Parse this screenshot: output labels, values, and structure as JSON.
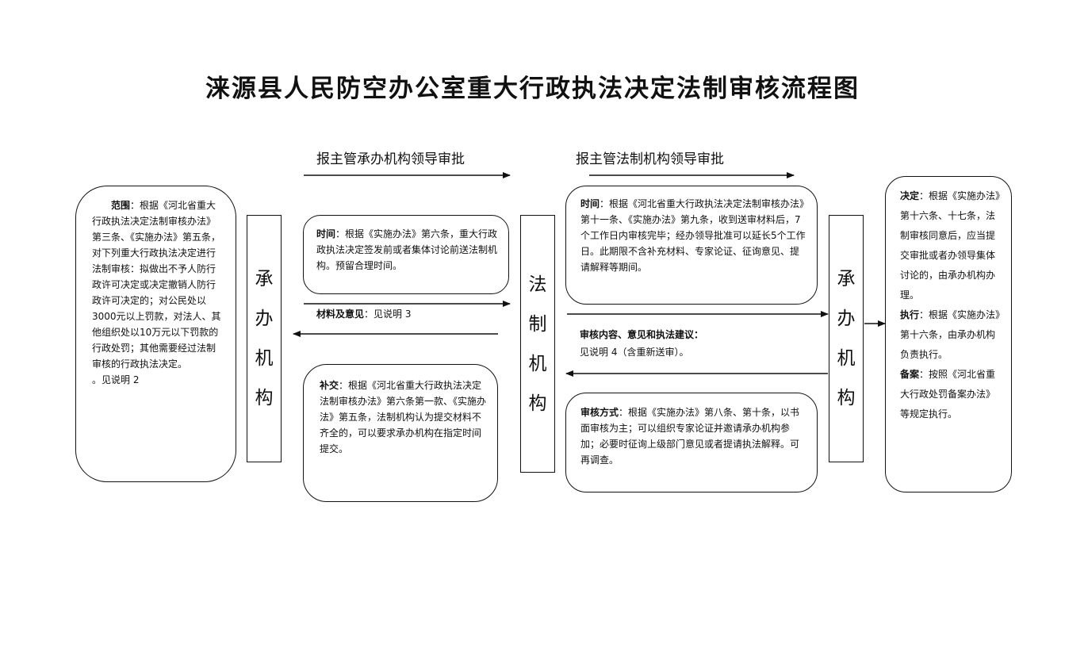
{
  "title": "涞源县人民防空办公室重大行政执法决定法制审核流程图",
  "step_labels": {
    "left": "报主管承办机构领导审批",
    "right": "报主管法制机构领导审批"
  },
  "scope_box": {
    "label": "范围",
    "text": "：根据《河北省重大行政执法决定法制审核办法》第三条、《实施办法》第五条，对下列重大行政执法决定进行法制审核：拟做出不予人防行政许可决定或决定撤销人防行政许可决定的；对公民处以3000元以上罚款，对法人、其他组织处以10万元以下罚款的行政处罚；其他需要经过法制审核的行政执法决定。",
    "note": "。见说明 2"
  },
  "vertical_boxes": {
    "undertaker_left": [
      "承",
      "办",
      "机",
      "构"
    ],
    "legal_org": [
      "法",
      "制",
      "机",
      "构"
    ],
    "undertaker_right": [
      "承",
      "办",
      "机",
      "构"
    ]
  },
  "time_box_left": {
    "label": "时间",
    "text": "：根据《实施办法》第六条，重大行政政执法决定签发前或者集体讨论前送法制机构。预留合理时间。"
  },
  "materials": {
    "label": "材料及意见",
    "text": "：见说明 3"
  },
  "supplement_box": {
    "label": "补交",
    "text": "：根据《河北省重大行政执法决定法制审核办法》第六条第一款、《实施办法》第五条，法制机构认为提交材料不齐全的，可以要求承办机构在指定时间提交。"
  },
  "time_box_right": {
    "label": "时间",
    "text": "：根据《河北省重大行政执法决定法制审核办法》第十一条、《实施办法》第九条，收到送审材料后，7个工作日内审核完毕；经办领导批准可以延长5个工作日。此期限不含补充材料、专家论证、征询意见、提请解释等期间。"
  },
  "review_content": {
    "label": "审核内容、意见和执法建议",
    "colon": "：",
    "text": "见说明 4（含重新送审）。"
  },
  "review_method_box": {
    "label": "审核方式",
    "text": "：根据《实施办法》第八条、第十条，以书面审核为主；可以组织专家论证并邀请承办机构参加；必要时征询上级部门意见或者提请执法解释。可再调查。"
  },
  "decision_box": {
    "decision_label": "决定",
    "decision_text": "：根据《实施办法》第十六条、十七条，法制审核同意后，应当提交审批或者办领导集体讨论的，由承办机构办理。",
    "execute_label": "执行",
    "execute_text": "：根据《实施办法》第十六条，由承办机构负责执行。",
    "record_label": "备案",
    "record_text": "：按照《河北省重大行政处罚备案办法》等规定执行。"
  }
}
